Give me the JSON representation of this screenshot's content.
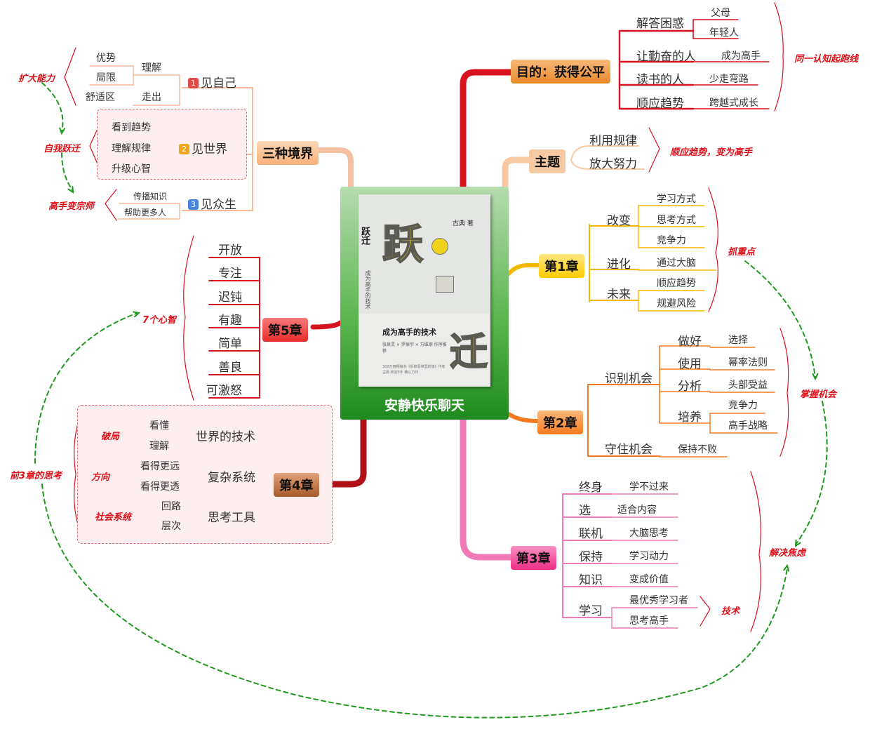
{
  "center": {
    "title": "安静快乐聊天",
    "book": {
      "big_chars": [
        "跃",
        "迁"
      ],
      "vertical_title": "跃迁",
      "vertical_subtitle": "成为高手的技术",
      "author": "古典 著",
      "subtitle": "成为高手的技术",
      "recommenders": "张泉灵 × 罗振宇 × 万维钢 作序推荐",
      "tagline": "300万册畅销书《拆掉思维里的墙》作者 古典 积淀5年 精心力作"
    }
  },
  "branches": {
    "purpose": {
      "label": "目的：获得公平",
      "items": [
        {
          "label": "解答困惑",
          "children": [
            "父母",
            "年轻人"
          ]
        },
        {
          "label": "让勤奋的人",
          "children": [
            "成为高手"
          ]
        },
        {
          "label": "读书的人",
          "children": [
            "少走弯路"
          ]
        },
        {
          "label": "顺应趋势",
          "children": [
            "跨越式成长"
          ]
        }
      ],
      "note": "同一认知起跑线"
    },
    "theme": {
      "label": "主题",
      "items": [
        "利用规律",
        "放大努力"
      ],
      "note": "顺应趋势，变为高手"
    },
    "ch1": {
      "label": "第1章",
      "items": [
        {
          "label": "改变",
          "children": [
            "学习方式",
            "思考方式",
            "竞争力"
          ]
        },
        {
          "label": "进化",
          "children": [
            "通过大脑"
          ]
        },
        {
          "label": "未来",
          "children": [
            "顺应趋势",
            "规避风险"
          ]
        }
      ],
      "note": "抓重点"
    },
    "ch2": {
      "label": "第2章",
      "items": [
        {
          "label": "识别机会",
          "children": [
            {
              "label": "做好",
              "children": [
                "选择"
              ]
            },
            {
              "label": "使用",
              "children": [
                "幂率法则"
              ]
            },
            {
              "label": "分析",
              "children": [
                "头部受益"
              ]
            },
            {
              "label": "培养",
              "children": [
                "竞争力",
                "高手战略"
              ]
            }
          ]
        },
        {
          "label": "守住机会",
          "children": [
            {
              "label": "保持不败",
              "children": []
            }
          ]
        }
      ],
      "note": "掌握机会"
    },
    "ch3": {
      "label": "第3章",
      "items": [
        {
          "label": "终身",
          "children": [
            "学不过来"
          ]
        },
        {
          "label": "选",
          "children": [
            "适合内容"
          ]
        },
        {
          "label": "联机",
          "children": [
            "大脑思考"
          ]
        },
        {
          "label": "保持",
          "children": [
            "学习动力"
          ]
        },
        {
          "label": "知识",
          "children": [
            "变成价值"
          ]
        },
        {
          "label": "学习",
          "children": [
            "最优秀学习者",
            "思考高手"
          ]
        }
      ],
      "note_tech": "技术",
      "note": "解决焦虑"
    },
    "ch4": {
      "label": "第4章",
      "items": [
        {
          "label": "世界的技术",
          "children": [
            "看懂",
            "理解"
          ],
          "note": "破局"
        },
        {
          "label": "复杂系统",
          "children": [
            "看得更远",
            "看得更透"
          ],
          "note": "方向"
        },
        {
          "label": "思考工具",
          "children": [
            "回路",
            "层次"
          ],
          "note": "社会系统"
        }
      ],
      "note": "前3章的思考"
    },
    "ch5": {
      "label": "第5章",
      "items": [
        "开放",
        "专注",
        "迟钝",
        "有趣",
        "简单",
        "善良",
        "可激怒"
      ],
      "note": "7个心智"
    },
    "realms": {
      "label": "三种境界",
      "items": [
        {
          "badge": "1",
          "label": "见自己",
          "children": [
            {
              "label": "理解",
              "children": [
                "优势",
                "局限"
              ]
            },
            {
              "label": "走出",
              "children": [
                "舒适区"
              ]
            }
          ]
        },
        {
          "badge": "2",
          "label": "见世界",
          "children": [
            "看到趋势",
            "理解规律",
            "升级心智"
          ]
        },
        {
          "badge": "3",
          "label": "见众生",
          "children": [
            "传播知识",
            "帮助更多人"
          ]
        }
      ],
      "notes": [
        "扩大能力",
        "自我跃迁",
        "高手变宗师"
      ]
    }
  },
  "colors": {
    "red": "#d9121f",
    "purpose_fill": "#e88a2c",
    "theme_fill": "#f6c9a3",
    "ch1_fill": "#ffd21a",
    "ch1_line": "#f5b800",
    "ch2_fill": "#f47a20",
    "ch2_line": "#f47a20",
    "ch3_fill": "#f2388d",
    "ch3_line": "#f07ab6",
    "ch4_fill": "#a85a2a",
    "ch4_line": "#b01018",
    "ch5_fill": "#e82a2a",
    "realms_fill": "#f8c39a",
    "realms_line": "#f5b99a",
    "note_red": "#e0101a",
    "dash_green": "#1f9a1f",
    "pink_box": "#fdeef0"
  }
}
